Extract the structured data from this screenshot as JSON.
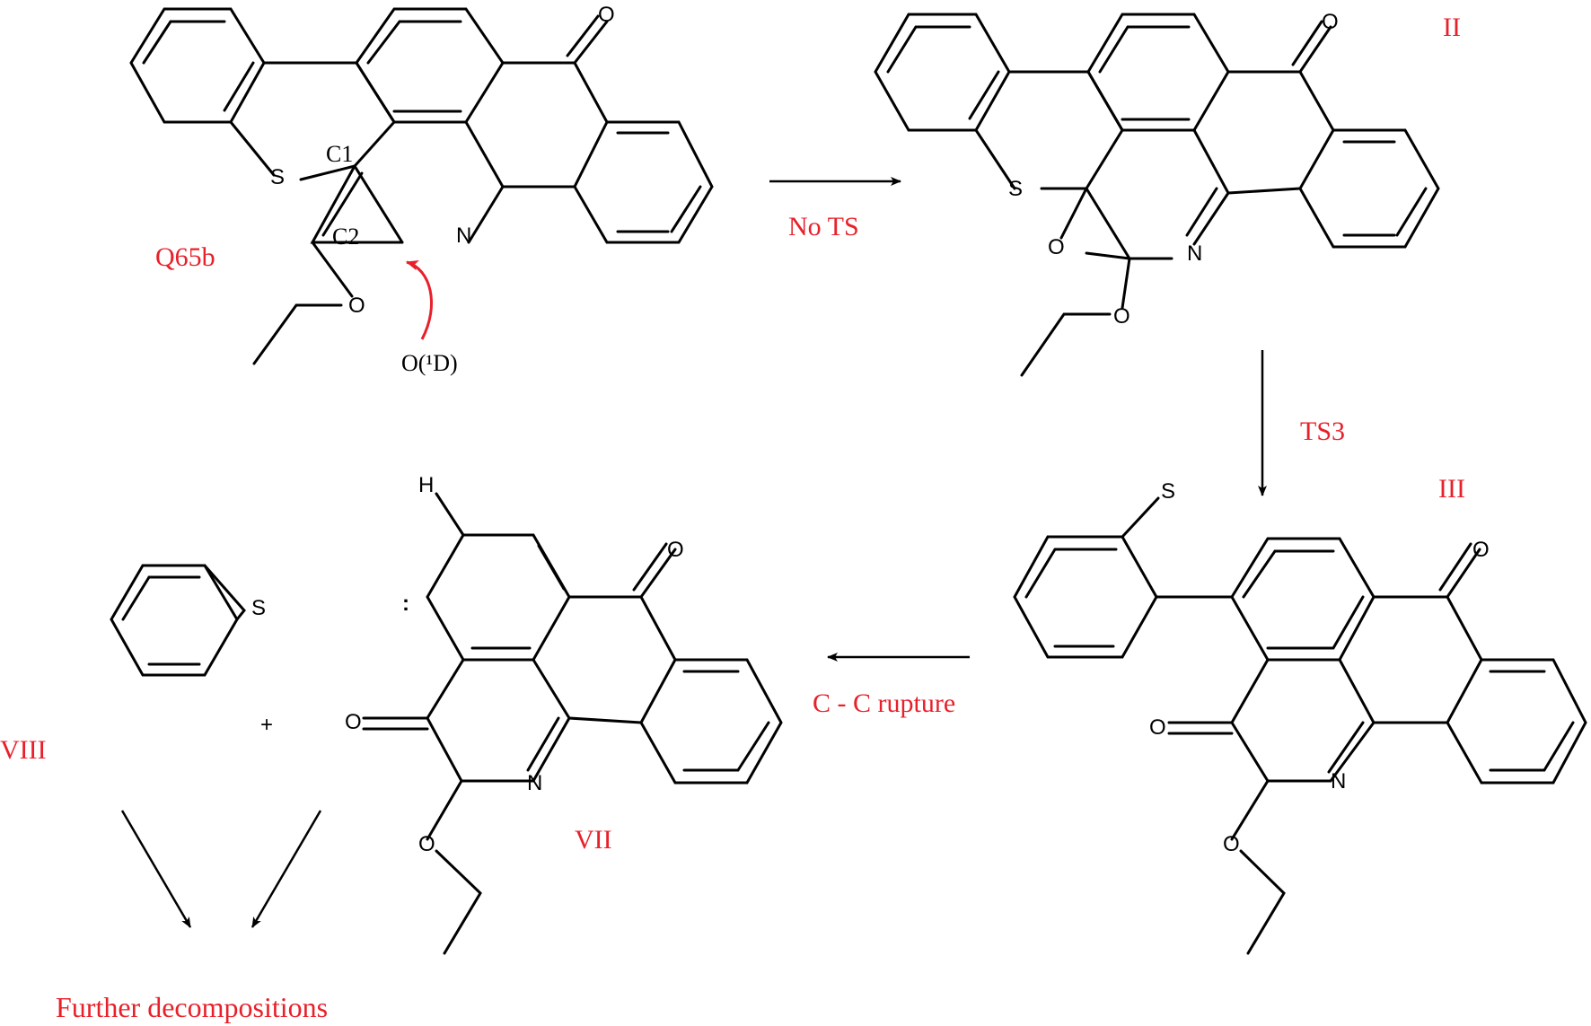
{
  "colors": {
    "label_red": "#e8202a",
    "bond_black": "#000000"
  },
  "structures": {
    "q65b": {
      "name": "Q65b",
      "atom_c1": "C1",
      "atom_c2": "C2",
      "heteroatoms": {
        "s": "S",
        "n": "N",
        "o_ether": "O",
        "o_ketone": "O"
      },
      "attacking_species": "O(¹D)"
    },
    "ii": {
      "name": "II",
      "heteroatoms": {
        "s": "S",
        "n": "N",
        "o_epoxide": "O",
        "o_ether": "O",
        "o_ketone": "O"
      }
    },
    "iii": {
      "name": "III",
      "heteroatoms": {
        "s": "S",
        "n": "N",
        "o_ether": "O",
        "o_carbonyl": "O",
        "o_ketone": "O"
      }
    },
    "vii": {
      "name": "VII",
      "heteroatoms": {
        "h": "H",
        "carbene_dots": ":",
        "n": "N",
        "o_ether": "O",
        "o_carbonyl": "O",
        "o_ketone": "O"
      }
    },
    "viii": {
      "name": "VIII",
      "heteroatoms": {
        "s": "S"
      }
    }
  },
  "arrows": {
    "q65b_to_ii": "No TS",
    "ii_to_iii": "TS3",
    "iii_to_vii": "C - C rupture"
  },
  "plus_sign": "+",
  "final_label": "Further decompositions"
}
